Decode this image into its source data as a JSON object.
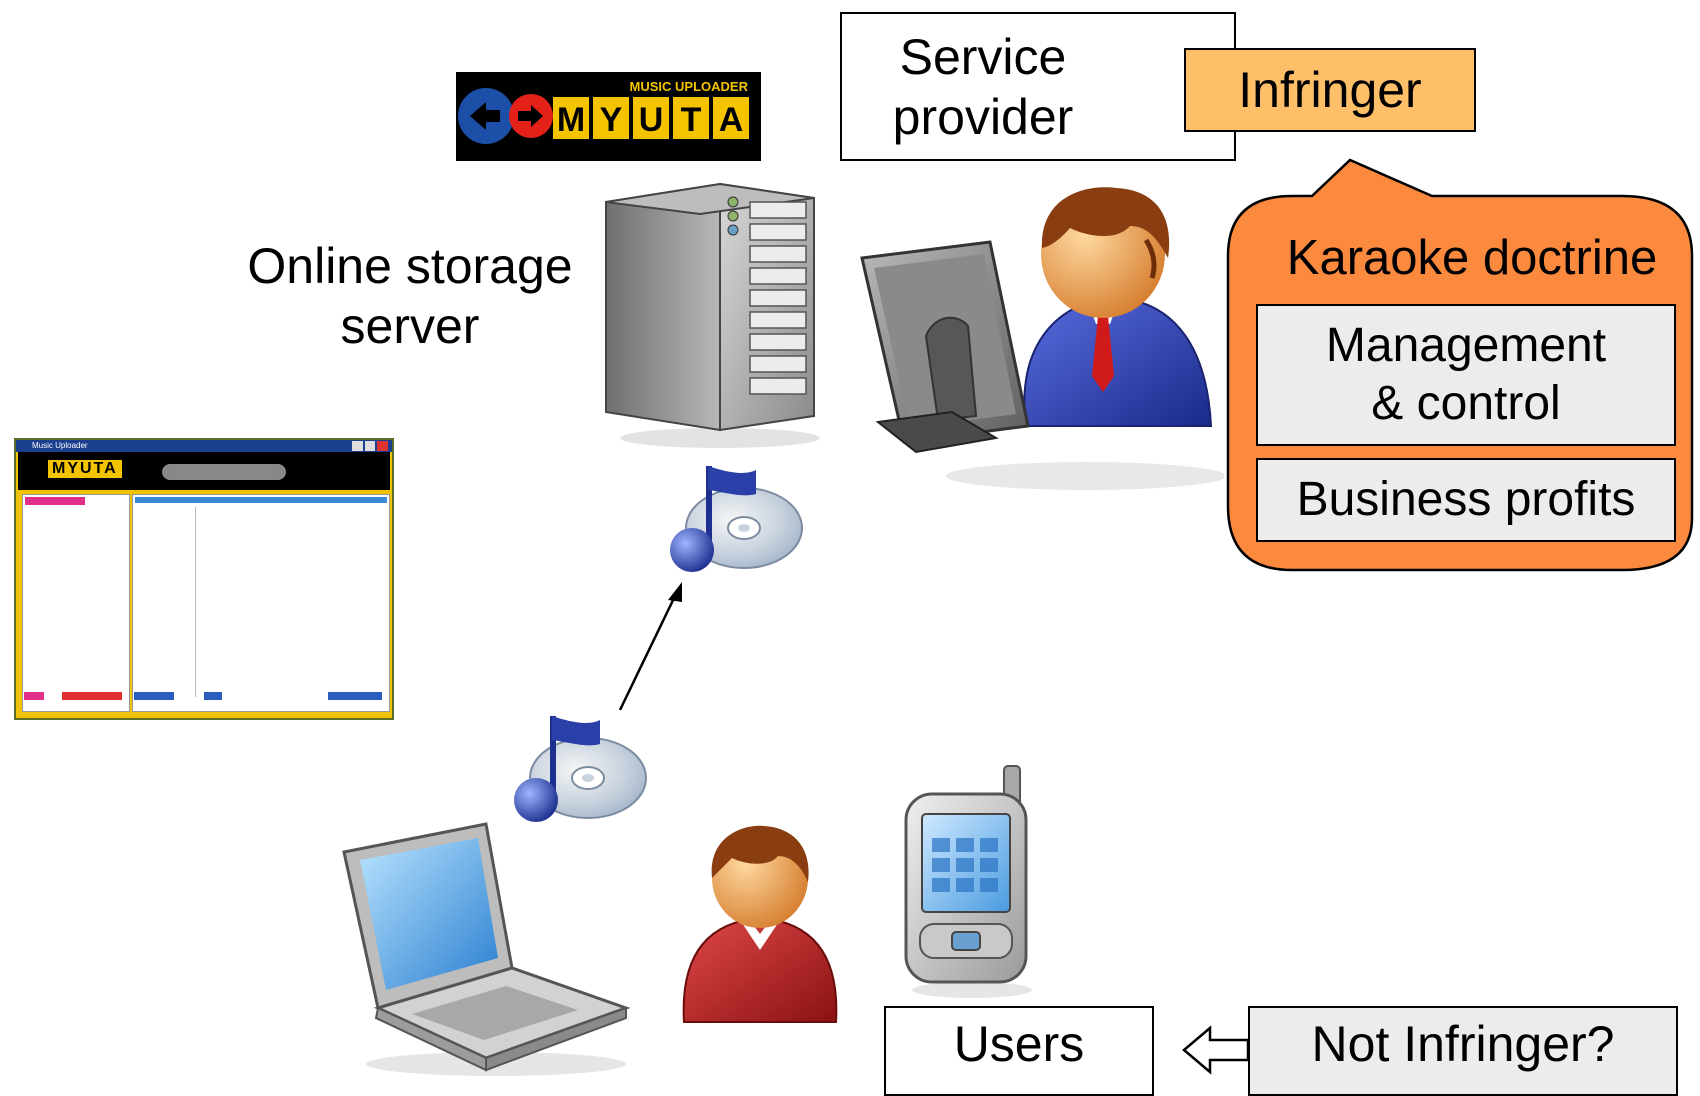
{
  "logo": {
    "small_text": "MUSIC UPLOADER",
    "letters": [
      "M",
      "Y",
      "U",
      "T",
      "A"
    ]
  },
  "labels": {
    "online_storage": [
      "Online storage",
      "server"
    ],
    "service_provider": [
      "Service",
      "provider"
    ],
    "infringer": "Infringer",
    "users": "Users",
    "not_infringer": "Not Infringer?"
  },
  "doctrine": {
    "title": "Karaoke doctrine",
    "items": [
      {
        "line1": "Management",
        "line2": "& control"
      },
      {
        "line1": "Business profits"
      }
    ]
  },
  "app_window": {
    "title": "Music Uploader",
    "logo_text": "MYUTA"
  },
  "colors": {
    "infringer_fill": "#ffbf69",
    "doctrine_fill": "#fb8a3f",
    "logo_yellow": "#f5c400",
    "logo_blue": "#1b4fa8",
    "logo_red": "#e32119"
  },
  "icons": [
    "server-icon",
    "music-disc-icon",
    "person-icon",
    "monitor-icon",
    "laptop-icon",
    "phone-icon",
    "hollow-arrow-icon"
  ]
}
